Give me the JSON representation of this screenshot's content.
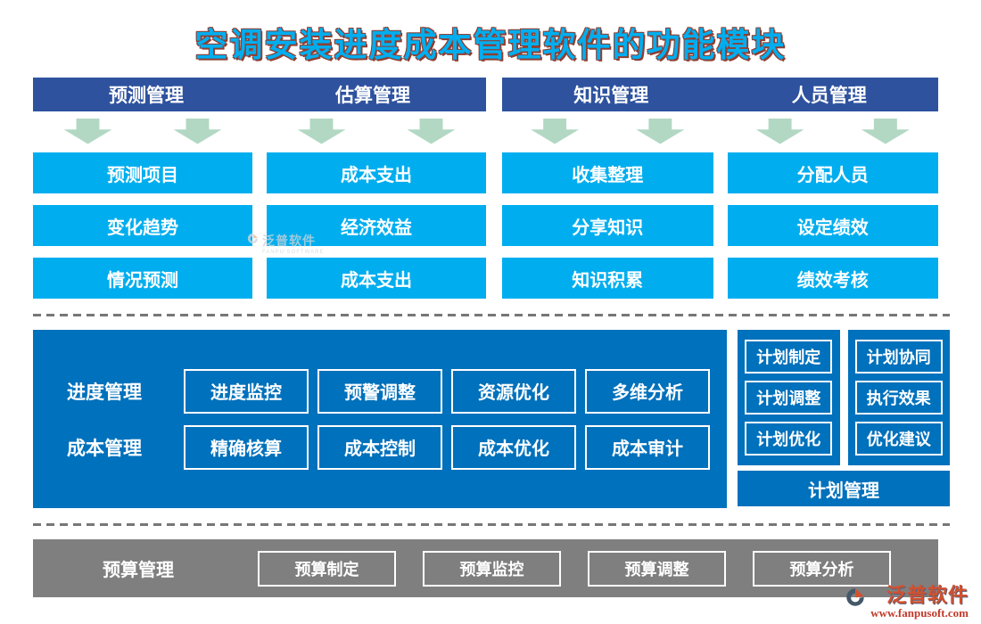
{
  "title": "空调安装进度成本管理软件的功能模块",
  "colors": {
    "title_text": "#00AEEF",
    "title_shadow": "#8F3E31",
    "header_bar_blue": "#2E529E",
    "module_box_blue": "#00AEEF",
    "panel_blue": "#0071BC",
    "arrow_green": "#B2D8C3",
    "budget_bar_gray": "#7F7F7F",
    "box_text": "#FFFFFF",
    "brand_orange": "#D4502E",
    "url_red": "#C03A2B"
  },
  "top_groups": [
    {
      "headers": [
        "预测管理",
        "估算管理"
      ],
      "columns": [
        {
          "items": [
            "预测项目",
            "变化趋势",
            "情况预测"
          ]
        },
        {
          "items": [
            "成本支出",
            "经济效益",
            "成本支出"
          ]
        }
      ]
    },
    {
      "headers": [
        "知识管理",
        "人员管理"
      ],
      "columns": [
        {
          "items": [
            "收集整理",
            "分享知识",
            "知识积累"
          ]
        },
        {
          "items": [
            "分配人员",
            "设定绩效",
            "绩效考核"
          ]
        }
      ]
    }
  ],
  "middle": {
    "rows": [
      {
        "label": "进度管理",
        "boxes": [
          "进度监控",
          "预警调整",
          "资源优化",
          "多维分析"
        ]
      },
      {
        "label": "成本管理",
        "boxes": [
          "精确核算",
          "成本控制",
          "成本优化",
          "成本审计"
        ]
      }
    ],
    "plan": {
      "columns": [
        [
          "计划制定",
          "计划调整",
          "计划优化"
        ],
        [
          "计划协同",
          "执行效果",
          "优化建议"
        ]
      ],
      "footer": "计划管理"
    }
  },
  "bottom": {
    "label": "预算管理",
    "boxes": [
      "预算制定",
      "预算监控",
      "预算调整",
      "预算分析"
    ]
  },
  "watermark_center": {
    "brand": "泛普软件",
    "subtitle": "FANPU SOFTWARE"
  },
  "watermark_corner": {
    "brand": "泛普软件",
    "url": "www.fanpusoft.com"
  }
}
